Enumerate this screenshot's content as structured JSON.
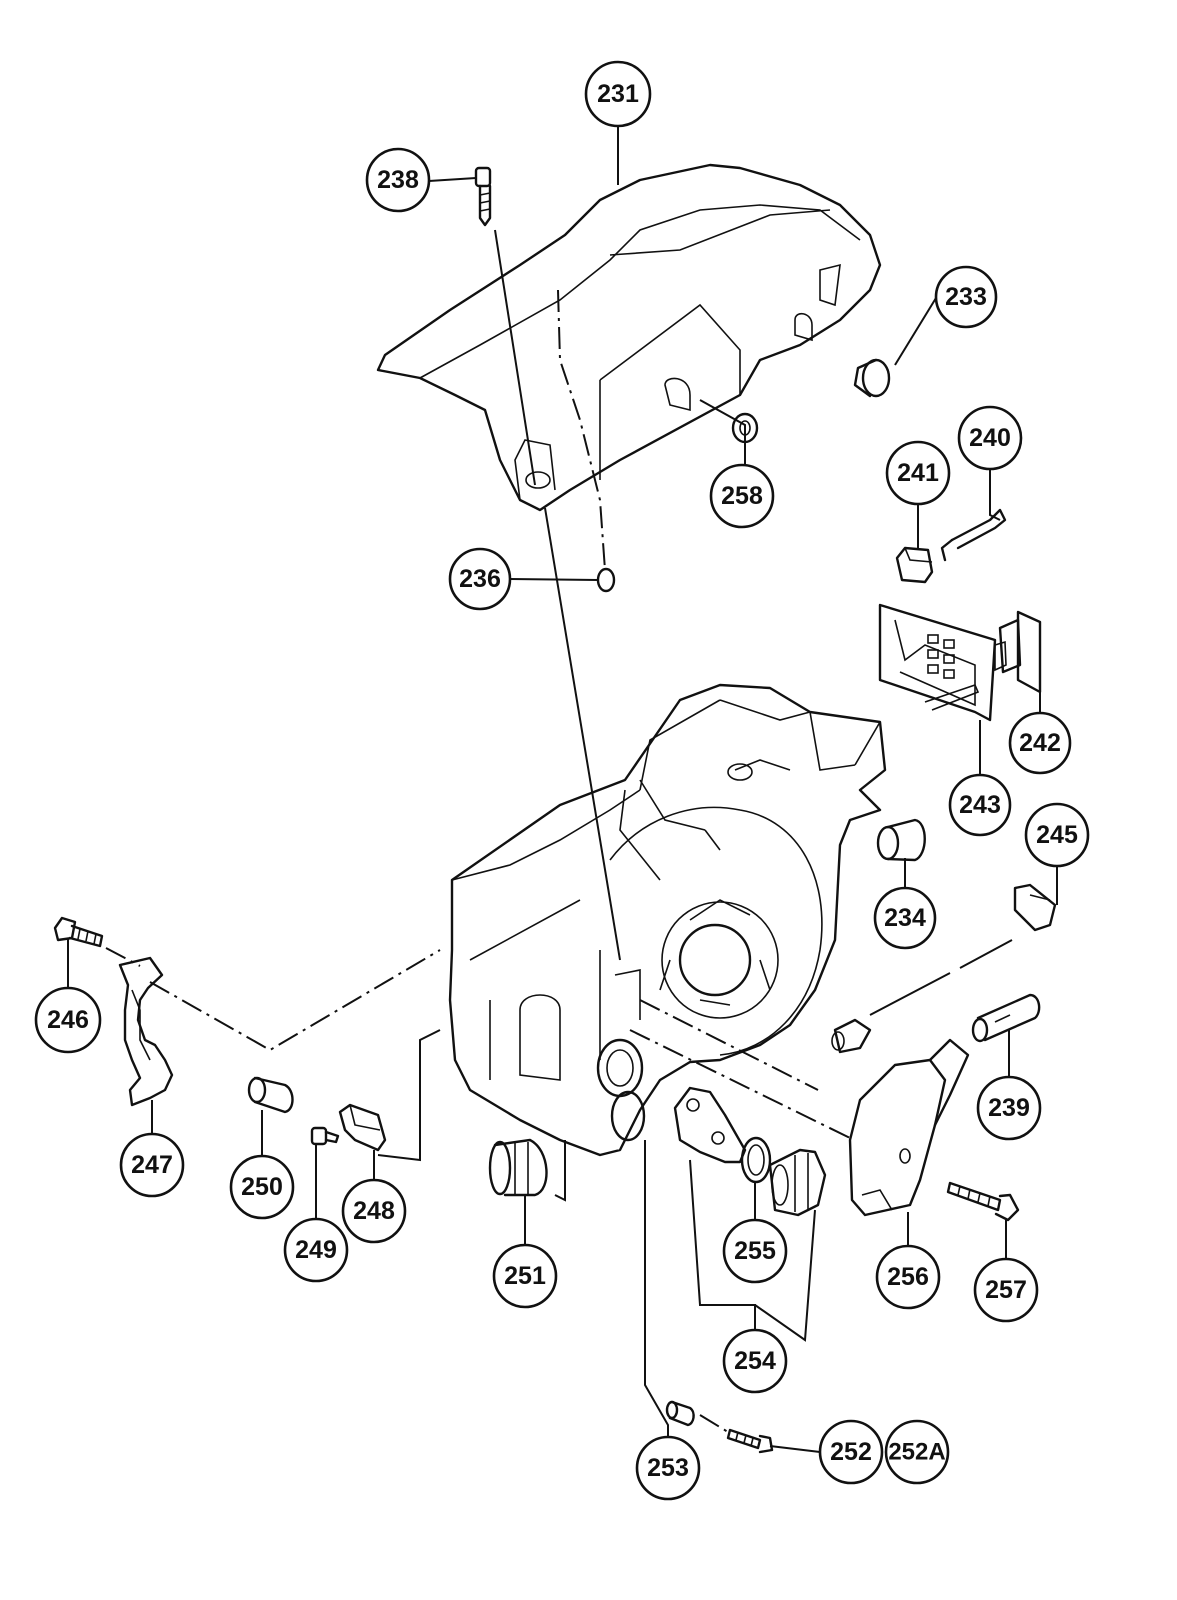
{
  "callouts": [
    {
      "id": "231",
      "label": "231"
    },
    {
      "id": "233",
      "label": "233"
    },
    {
      "id": "234",
      "label": "234"
    },
    {
      "id": "236",
      "label": "236"
    },
    {
      "id": "238",
      "label": "238"
    },
    {
      "id": "239",
      "label": "239"
    },
    {
      "id": "240",
      "label": "240"
    },
    {
      "id": "241",
      "label": "241"
    },
    {
      "id": "242",
      "label": "242"
    },
    {
      "id": "243",
      "label": "243"
    },
    {
      "id": "245",
      "label": "245"
    },
    {
      "id": "246",
      "label": "246"
    },
    {
      "id": "247",
      "label": "247"
    },
    {
      "id": "248",
      "label": "248"
    },
    {
      "id": "249",
      "label": "249"
    },
    {
      "id": "250",
      "label": "250"
    },
    {
      "id": "251",
      "label": "251"
    },
    {
      "id": "252",
      "label": "252"
    },
    {
      "id": "252A",
      "label": "252A"
    },
    {
      "id": "253",
      "label": "253"
    },
    {
      "id": "254",
      "label": "254"
    },
    {
      "id": "255",
      "label": "255"
    },
    {
      "id": "256",
      "label": "256"
    },
    {
      "id": "257",
      "label": "257"
    },
    {
      "id": "258",
      "label": "258"
    }
  ]
}
